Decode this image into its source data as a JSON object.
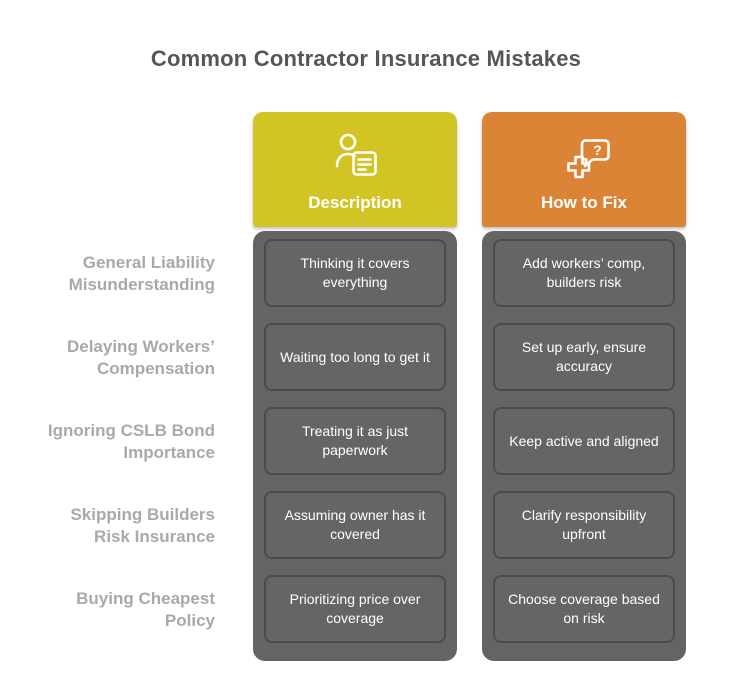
{
  "title": "Common Contractor Insurance Mistakes",
  "columns": [
    {
      "label": "Description",
      "icon": "person-note-icon",
      "color": "#d2c424"
    },
    {
      "label": "How to Fix",
      "icon": "plus-question-bubble-icon",
      "color": "#dc8435"
    }
  ],
  "rows": [
    {
      "label": "General Liability Misunderstanding",
      "description": "Thinking it covers everything",
      "fix": "Add workers’ comp, builders risk"
    },
    {
      "label": "Delaying Workers’ Compensation",
      "description": "Waiting too long to get it",
      "fix": "Set up early, ensure accuracy"
    },
    {
      "label": "Ignoring CSLB Bond Importance",
      "description": "Treating it as just paperwork",
      "fix": "Keep active and aligned"
    },
    {
      "label": "Skipping Builders Risk Insurance",
      "description": "Assuming owner has it covered",
      "fix": "Clarify responsibility upfront"
    },
    {
      "label": "Buying Cheapest Policy",
      "description": "Prioritizing price over coverage",
      "fix": "Choose coverage based on risk"
    }
  ],
  "colors": {
    "description_header": "#d2c424",
    "fix_header": "#dc8435",
    "column_body": "#646464",
    "cell_border": "#4b4b4b",
    "title_text": "#565656",
    "row_label_text": "#a9a9a9",
    "cell_text": "#ffffff"
  }
}
